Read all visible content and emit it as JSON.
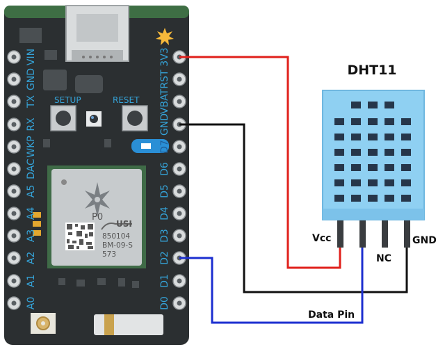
{
  "diagram": {
    "sensor_title": "DHT11",
    "sensor_pins": {
      "vcc": "Vcc",
      "nc": "NC",
      "gnd": "GND",
      "data": "Data Pin"
    },
    "board": {
      "left_pins": [
        "VIN",
        "GND",
        "TX",
        "RX",
        "WKP",
        "DAC",
        "A5",
        "A4",
        "A3",
        "A2",
        "A1",
        "A0"
      ],
      "right_pins": [
        "3V3",
        "RST",
        "VBAT",
        "GND",
        "D7",
        "D6",
        "D5",
        "D4",
        "D3",
        "D2",
        "D1",
        "D0"
      ],
      "setup_label": "SETUP",
      "reset_label": "RESET",
      "module": {
        "name": "P0",
        "brand": "USI",
        "line1": "850104",
        "line2": "BM-09-S",
        "line3": "573"
      }
    },
    "colors": {
      "board": "#2b2f31",
      "pin_label": "#35a3d8",
      "sensor_body": "#8fd0f2",
      "sensor_grill": "#26364a",
      "wire_vcc": "#e0201b",
      "wire_gnd": "#111111",
      "wire_data": "#1c2fd0"
    }
  }
}
